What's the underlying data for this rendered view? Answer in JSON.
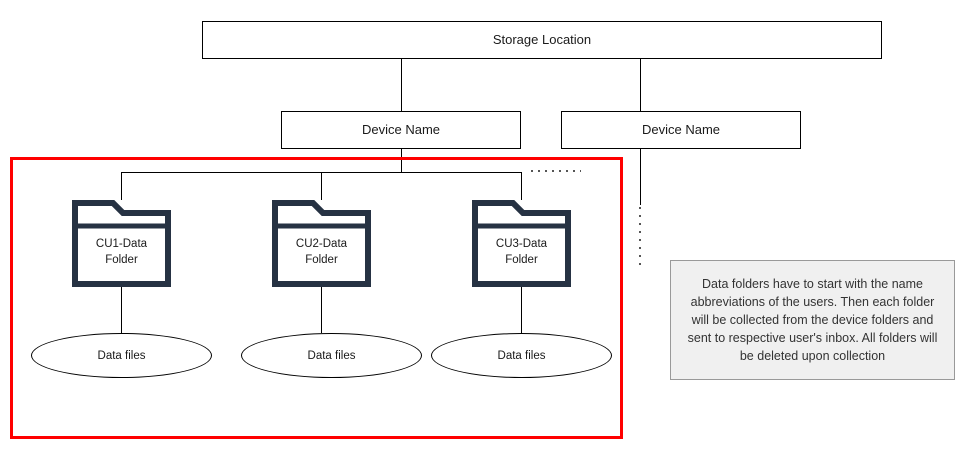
{
  "diagram": {
    "title_node": {
      "label": "Storage Location"
    },
    "device_nodes": [
      {
        "label": "Device Name"
      },
      {
        "label": "Device Name"
      }
    ],
    "folders": [
      {
        "label": "CU1-Data\nFolder",
        "line1": "CU1-Data",
        "line2": "Folder"
      },
      {
        "label": "CU2-Data\nFolder",
        "line1": "CU2-Data",
        "line2": "Folder"
      },
      {
        "label": "CU3-Data\nFolder",
        "line1": "CU3-Data",
        "line2": "Folder"
      }
    ],
    "data_files": [
      {
        "label": "Data files"
      },
      {
        "label": "Data files"
      },
      {
        "label": "Data files"
      }
    ],
    "note": {
      "text": "Data folders have to start with the name abbreviations of the users. Then each folder will be collected from the device folders and sent to respective user's inbox. All folders will be deleted upon collection"
    },
    "highlight": {
      "color": "#ff0000"
    },
    "folder_color": "#263243",
    "continuation_marks": {
      "horizontal": "dotted-continuation",
      "vertical": "dotted-continuation"
    }
  }
}
